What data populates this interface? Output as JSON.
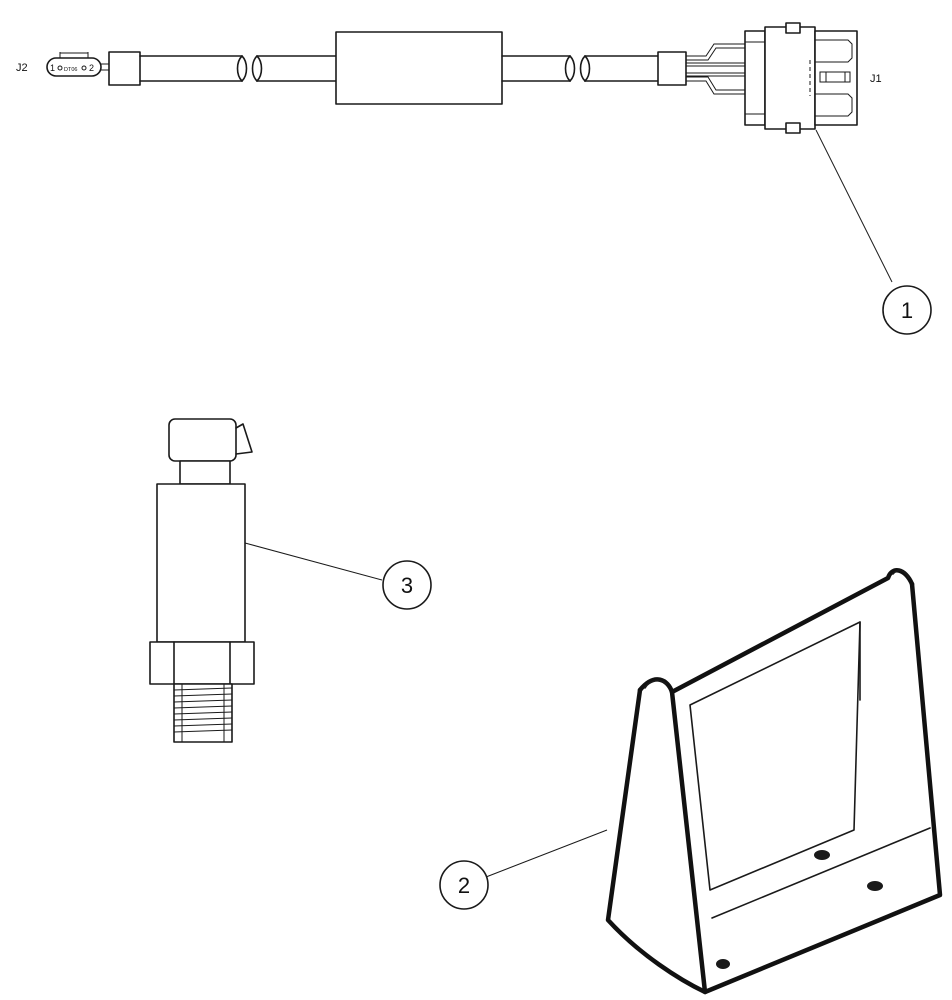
{
  "connectors": {
    "j1_label": "J1",
    "j2_label": "J2",
    "plug_pin_left": "1",
    "plug_pin_right": "2",
    "plug_code": "DT06"
  },
  "callouts": [
    {
      "number": "1"
    },
    {
      "number": "2"
    },
    {
      "number": "3"
    }
  ]
}
